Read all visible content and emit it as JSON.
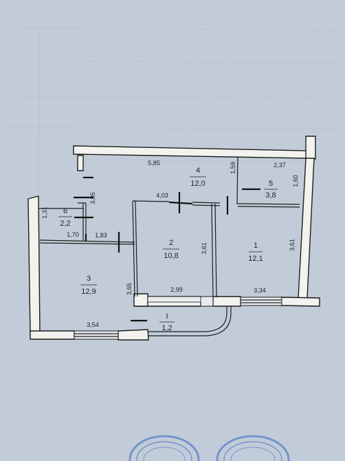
{
  "rooms": [
    {
      "number": "1",
      "area": "12,1"
    },
    {
      "number": "2",
      "area": "10,8"
    },
    {
      "number": "3",
      "area": "12,9"
    },
    {
      "number": "4",
      "area": "12,0"
    },
    {
      "number": "5",
      "area": "3,8"
    },
    {
      "number": "6",
      "area": "2,2"
    },
    {
      "number": "I",
      "area": "1,2"
    }
  ],
  "dimensions": {
    "top_wall": "5,85",
    "room4_width": "4,03",
    "room5_height": "1,59",
    "room5_width": "2,37",
    "right_upper": "1,60",
    "corridor_vertical": "3,05",
    "room6_height": "1,31",
    "room3_top_left": "1,70",
    "room3_top_right": "1,83",
    "room2_height": "3,61",
    "room1_height": "3,61",
    "room3_height": "3,65",
    "room2_bottom": "2,99",
    "room1_bottom": "3,34",
    "room3_bottom": "3,54"
  },
  "colors": {
    "paper": "#c2ccd8",
    "wall_fill": "#f2f2ef",
    "line": "#1c1c1c",
    "stamp": "#5a82c8"
  }
}
